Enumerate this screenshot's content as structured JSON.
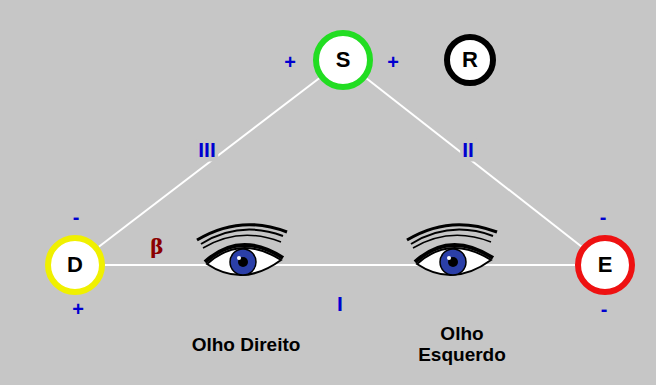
{
  "diagram": {
    "nodes": [
      {
        "text": [
          "S"
        ]
      },
      {
        "text": [
          "R"
        ]
      },
      {
        "text": [
          "D"
        ]
      },
      {
        "text": [
          "E"
        ]
      }
    ],
    "edges": [
      {
        "from": 2,
        "to": 3,
        "label": "I",
        "arrow": "none"
      },
      {
        "from": 0,
        "to": 3,
        "label": "II",
        "arrow": "none"
      },
      {
        "from": 0,
        "to": 2,
        "label": "III",
        "arrow": "none"
      }
    ],
    "labels": [
      "+",
      "+",
      "-",
      "+",
      "-",
      "-",
      "β",
      "Olho Direito",
      "Olho Esquerdo"
    ]
  }
}
